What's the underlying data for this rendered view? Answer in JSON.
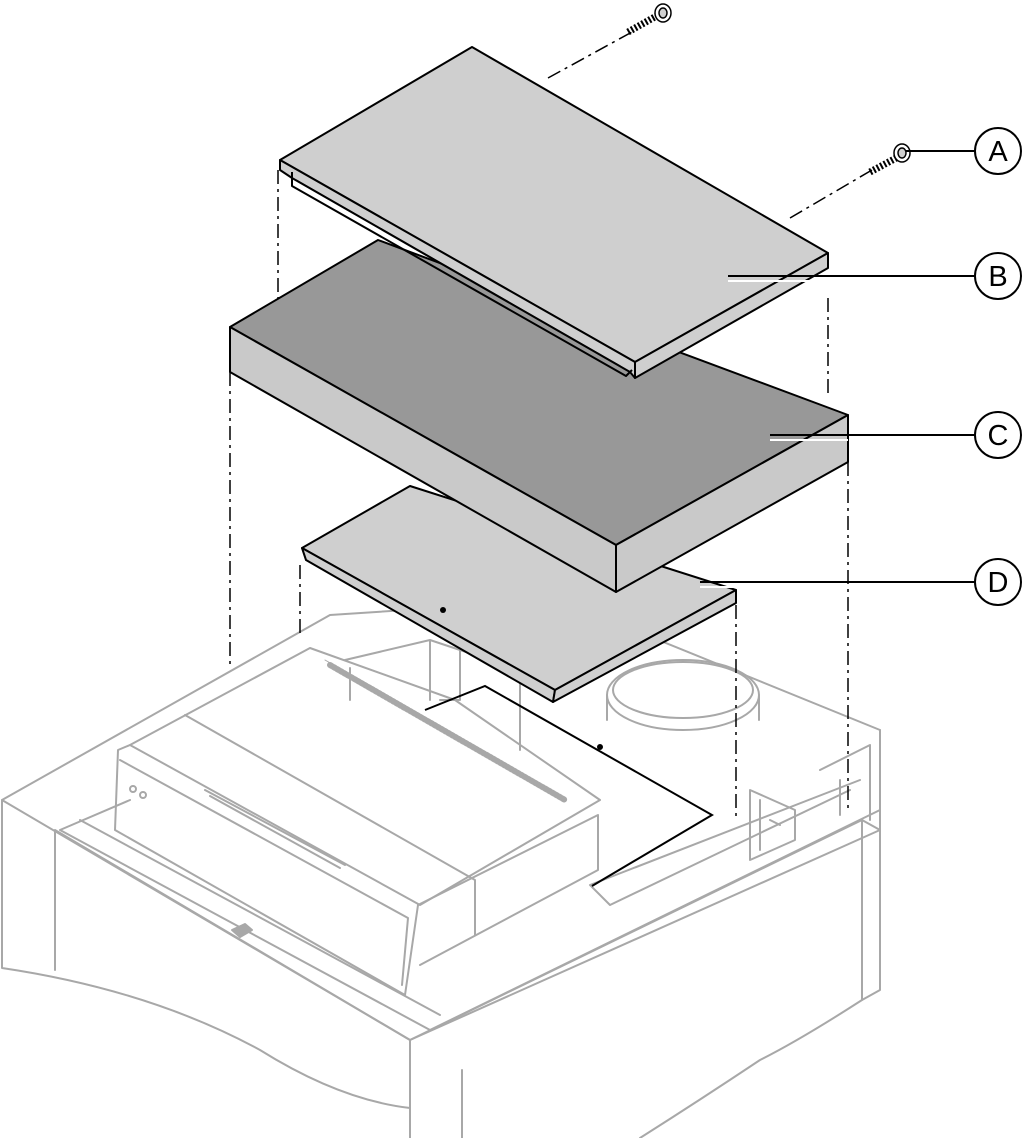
{
  "diagram": {
    "type": "exploded-assembly-view",
    "callouts": [
      {
        "id": "A",
        "label": "A",
        "part": "screw"
      },
      {
        "id": "B",
        "label": "B",
        "part": "top-cover"
      },
      {
        "id": "C",
        "label": "C",
        "part": "insulation-block"
      },
      {
        "id": "D",
        "label": "D",
        "part": "inner-cover"
      }
    ]
  },
  "colors": {
    "cover_fill": "#cfcfcf",
    "insulation_fill": "#989898",
    "insulation_side": "#c9c9c9",
    "outline": "#000000",
    "background_lines": "#a8a8a8",
    "background": "#ffffff"
  }
}
